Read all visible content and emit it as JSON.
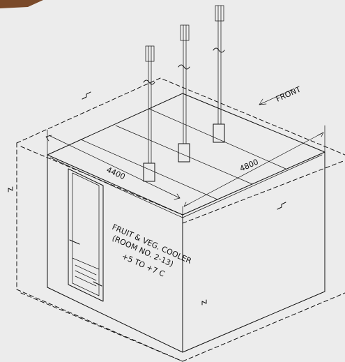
{
  "drawing": {
    "dimension_width": "4400",
    "dimension_depth": "4800",
    "front_label": "FRONT",
    "room_label_line1": "FRUIT & VEG. COOLER",
    "room_label_line2": "(ROOM NO. 2-13)",
    "room_label_line3": "+5 TO +7 C"
  }
}
